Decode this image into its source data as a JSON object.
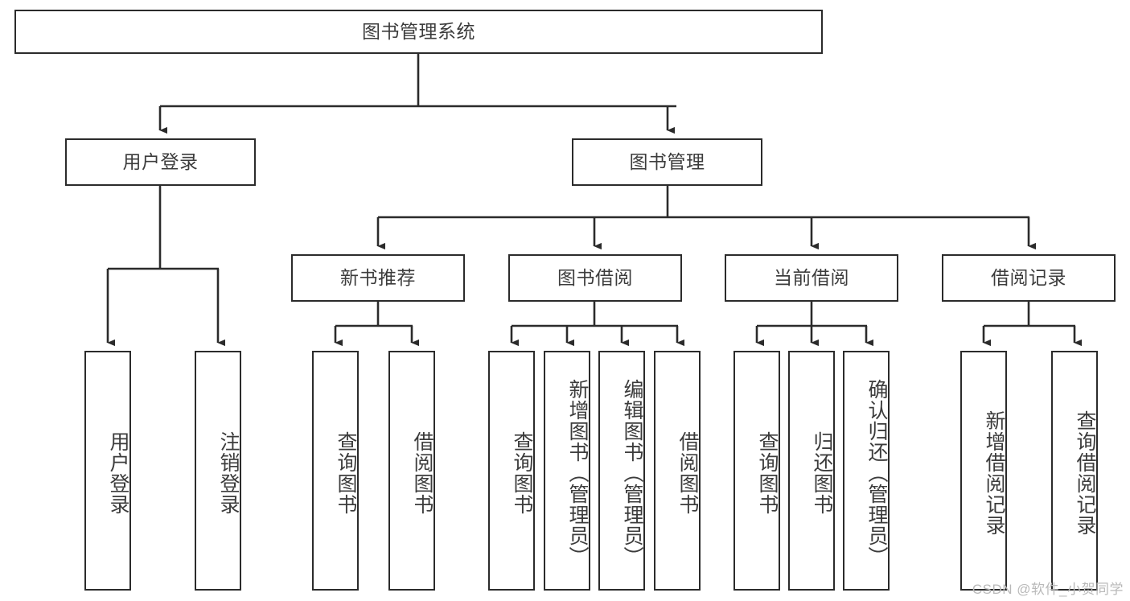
{
  "diagram": {
    "title": "图书管理系统",
    "type": "tree-hierarchy-chart",
    "stroke_color": "#2b2b2b",
    "text_color": "#3c3c3c",
    "background_color": "#ffffff"
  },
  "nodes": {
    "root": {
      "label": "图书管理系统"
    },
    "level2": [
      {
        "id": "user-login",
        "label": "用户登录"
      },
      {
        "id": "book-manage",
        "label": "图书管理"
      }
    ],
    "level3": [
      {
        "id": "new-book-recommend",
        "label": "新书推荐"
      },
      {
        "id": "book-borrow",
        "label": "图书借阅"
      },
      {
        "id": "current-borrow",
        "label": "当前借阅"
      },
      {
        "id": "borrow-record",
        "label": "借阅记录"
      }
    ],
    "leaves": {
      "user_login": [
        {
          "id": "leaf-user-login",
          "label": "用户登录"
        },
        {
          "id": "leaf-logout-login",
          "label": "注销登录"
        }
      ],
      "new_book_recommend": [
        {
          "id": "leaf-query-book-1",
          "label": "查询图书"
        },
        {
          "id": "leaf-borrow-book-1",
          "label": "借阅图书"
        }
      ],
      "book_borrow": [
        {
          "id": "leaf-query-book-2",
          "label": "查询图书"
        },
        {
          "id": "leaf-add-book-admin",
          "label": "新增图书（管理员）"
        },
        {
          "id": "leaf-edit-book-admin",
          "label": "编辑图书（管理员）"
        },
        {
          "id": "leaf-borrow-book-2",
          "label": "借阅图书"
        }
      ],
      "current_borrow": [
        {
          "id": "leaf-query-book-3",
          "label": "查询图书"
        },
        {
          "id": "leaf-return-book",
          "label": "归还图书"
        },
        {
          "id": "leaf-confirm-return-admin",
          "label": "确认归还（管理员）"
        }
      ],
      "borrow_record": [
        {
          "id": "leaf-add-borrow-record",
          "label": "新增借阅记录"
        },
        {
          "id": "leaf-query-borrow-record",
          "label": "查询借阅记录"
        }
      ]
    }
  },
  "watermark": {
    "text": "CSDN @软件_小贺同学"
  }
}
